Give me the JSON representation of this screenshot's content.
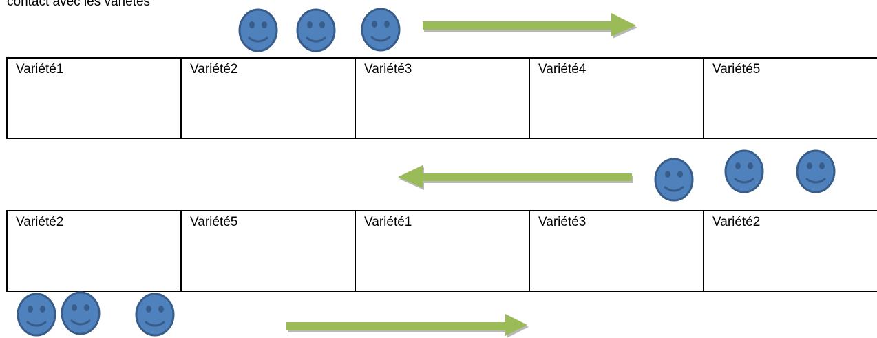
{
  "caption": "contact avec les variétés",
  "tables": [
    {
      "cells": [
        "Variété1",
        "Variété2",
        "Variété3",
        "Variété4",
        "Variété5"
      ]
    },
    {
      "cells": [
        "Variété2",
        "Variété5",
        "Variété1",
        "Variété3",
        "Variété2"
      ]
    }
  ],
  "icons": {
    "person": "smiley-face-icon",
    "direction": "arrow-icon"
  },
  "colors": {
    "smiley_fill": "#4F81BD",
    "smiley_stroke": "#385D8A",
    "arrow_fill": "#9BBB59",
    "arrow_shadow": "#7F7F7F"
  },
  "rows": [
    {
      "arrow_direction": "right"
    },
    {
      "arrow_direction": "left"
    },
    {
      "arrow_direction": "right"
    }
  ]
}
